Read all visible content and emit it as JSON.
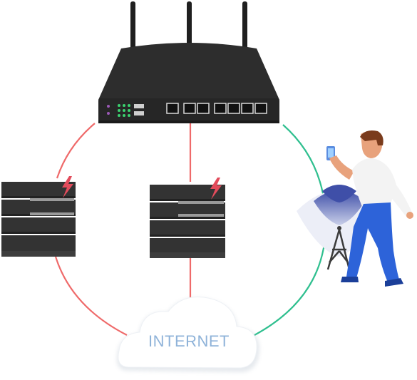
{
  "diagram": {
    "cloud_label": "INTERNET",
    "colors": {
      "red_link": "#ef6a6a",
      "green_link": "#2fbf8f",
      "cloud_text": "#8fb3d9",
      "router_body": "#2b2b2b",
      "server_body": "#2f2f2f",
      "bolt": "#e24b5b",
      "person_shirt": "#f3f3f3",
      "person_pants": "#2d63d9",
      "signal_wave": "#3f4fa8"
    },
    "nodes": [
      {
        "id": "router",
        "icon": "router-icon"
      },
      {
        "id": "server-left",
        "icon": "server-rack-icon"
      },
      {
        "id": "server-middle",
        "icon": "server-rack-icon"
      },
      {
        "id": "cloud",
        "icon": "cloud-icon"
      },
      {
        "id": "mobile-user",
        "icon": "person-with-phone-icon"
      },
      {
        "id": "cell-tower",
        "icon": "cell-tower-icon"
      }
    ]
  }
}
